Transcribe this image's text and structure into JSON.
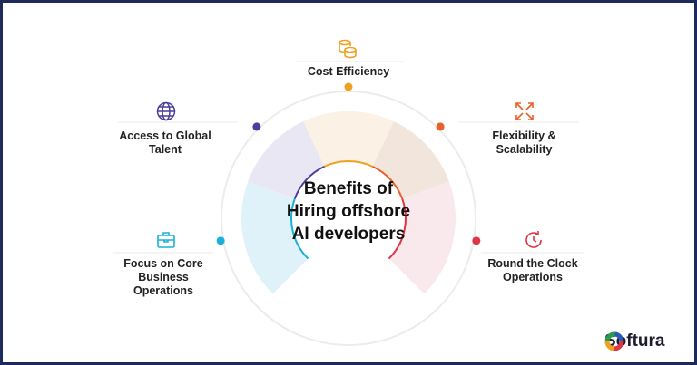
{
  "title": "Benefits of Hiring offshore AI developers",
  "title_lines": [
    "Benefits of",
    "Hiring offshore",
    "AI developers"
  ],
  "benefits": [
    {
      "label": "Cost Efficiency",
      "icon": "coins-icon",
      "color": "#f0a020"
    },
    {
      "label": "Flexibility & Scalability",
      "icon": "expand-arrows-icon",
      "color": "#e8602a"
    },
    {
      "label": "Round the Clock Operations",
      "icon": "clock-icon",
      "color": "#e03545"
    },
    {
      "label": "Focus on Core Business Operations",
      "icon": "briefcase-icon",
      "color": "#1ab0d8"
    },
    {
      "label": "Access to Global Talent",
      "icon": "globe-icon",
      "color": "#4a3f9a"
    }
  ],
  "brand": {
    "name": "Softura",
    "border_color": "#1f2a5c"
  }
}
